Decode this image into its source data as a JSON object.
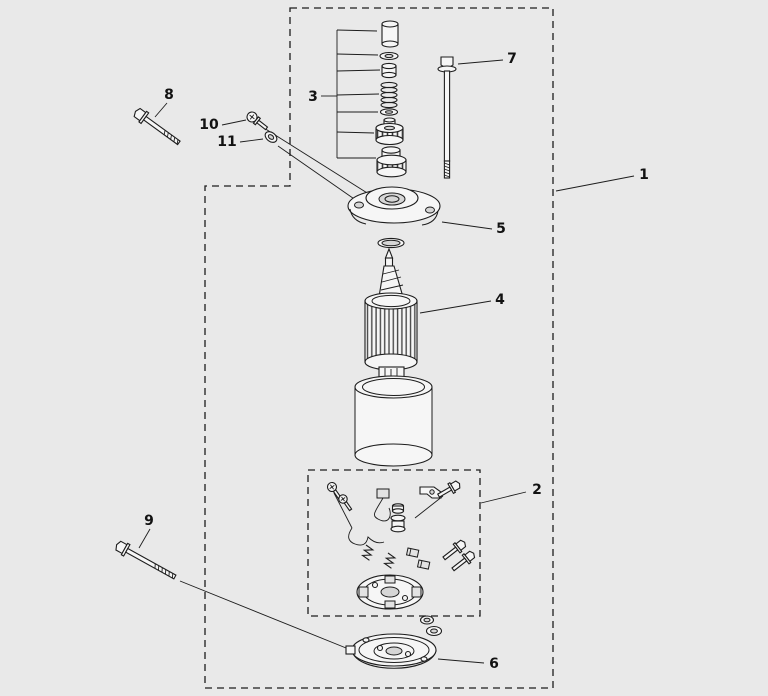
{
  "colors": {
    "background": "#e9e9e9",
    "ink": "#1d1d1d"
  },
  "callouts": [
    {
      "label": "1"
    },
    {
      "label": "2"
    },
    {
      "label": "3"
    },
    {
      "label": "4"
    },
    {
      "label": "5"
    },
    {
      "label": "6"
    },
    {
      "label": "7"
    },
    {
      "label": "8"
    },
    {
      "label": "9"
    },
    {
      "label": "10"
    },
    {
      "label": "11"
    }
  ]
}
